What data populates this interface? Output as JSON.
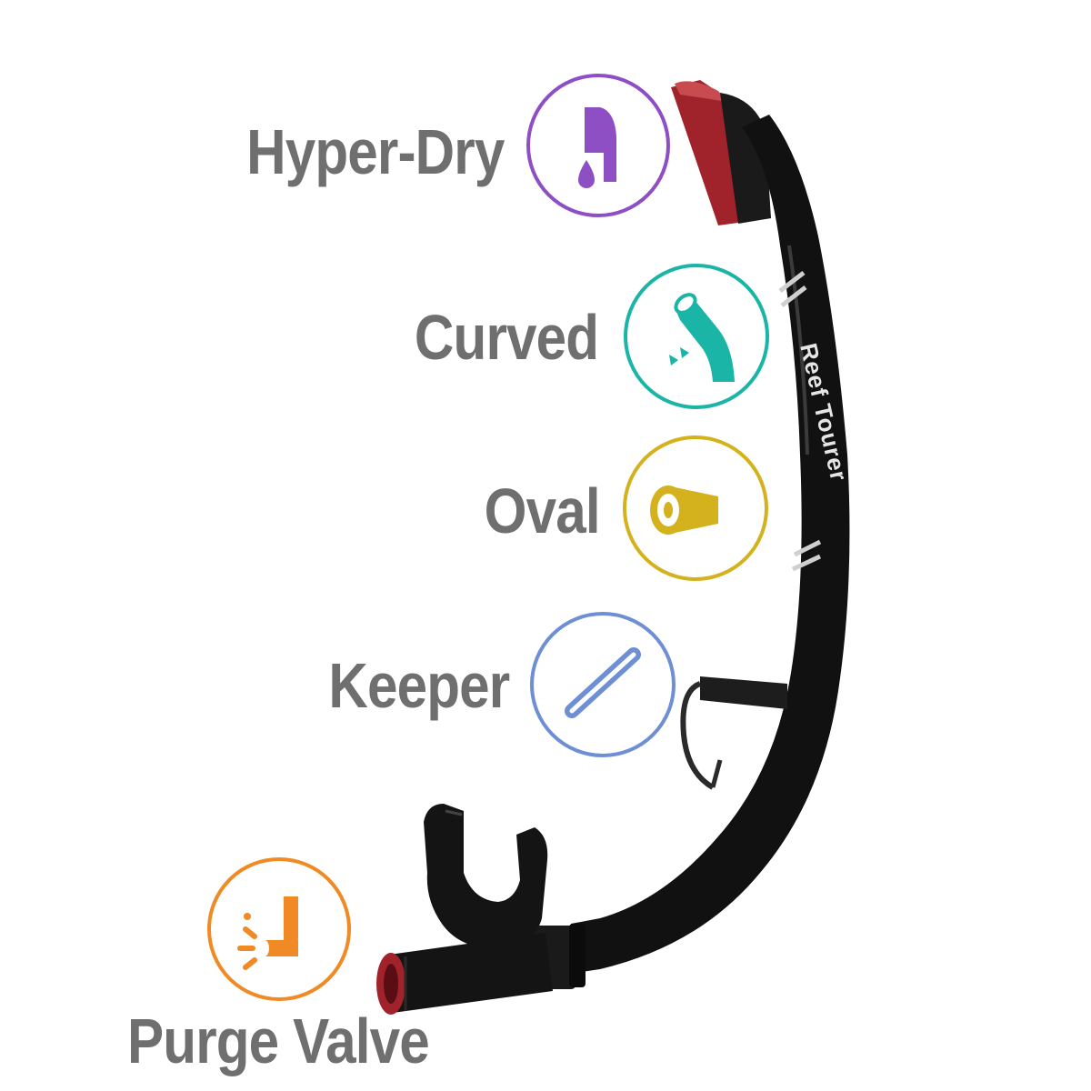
{
  "features": [
    {
      "id": "hyper-dry",
      "label": "Hyper-Dry",
      "icon": "dry-top-valve-icon",
      "color": "#8e4fc4"
    },
    {
      "id": "curved",
      "label": "Curved",
      "icon": "curved-tube-icon",
      "color": "#1ab5a6"
    },
    {
      "id": "oval",
      "label": "Oval",
      "icon": "oval-tube-icon",
      "color": "#d4b21e"
    },
    {
      "id": "keeper",
      "label": "Keeper",
      "icon": "keeper-clip-icon",
      "color": "#6f8fd4"
    },
    {
      "id": "purge-valve",
      "label": "Purge Valve",
      "icon": "purge-valve-icon",
      "color": "#f08a24"
    }
  ],
  "product": {
    "name": "Reef Tourer",
    "body_color": "#111111",
    "accent_color": "#a0232b"
  },
  "label_color": "#6f6f6f"
}
